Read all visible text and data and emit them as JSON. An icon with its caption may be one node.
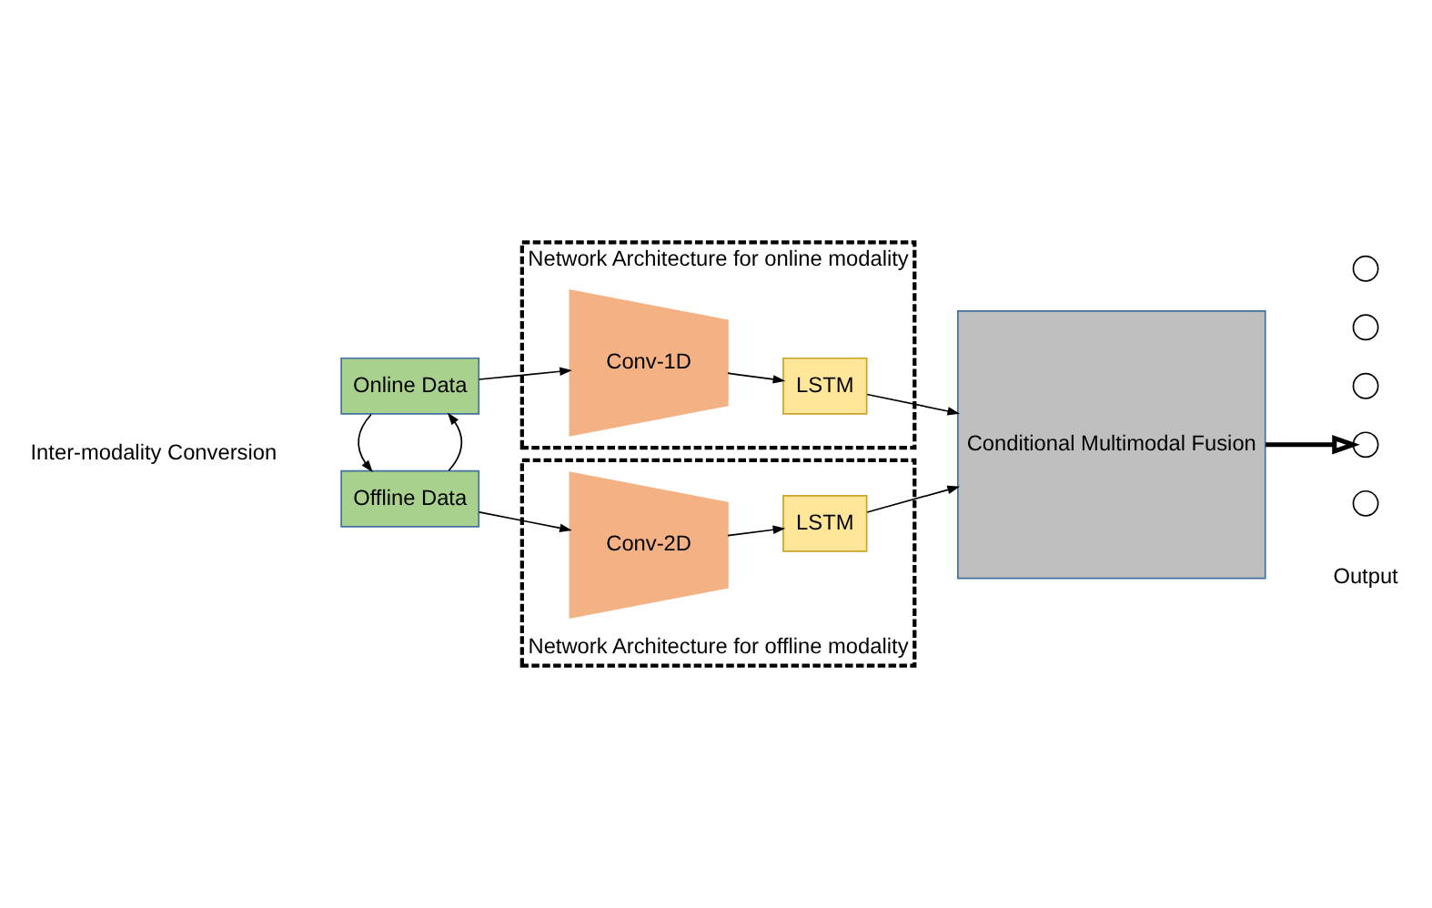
{
  "diagram": {
    "nodes": [
      {
        "text": [
          "Online Data"
        ]
      },
      {
        "text": [
          "Offline Data"
        ]
      },
      {
        "text": [
          "Network Architecture for online modality"
        ]
      },
      {
        "text": [
          "Conv-1D"
        ],
        "in": 2
      },
      {
        "text": [
          "LSTM"
        ],
        "in": 2
      },
      {
        "text": [
          "Network Architecture for offline modality"
        ]
      },
      {
        "text": [
          "Conv-2D"
        ],
        "in": 5
      },
      {
        "text": [
          "LSTM"
        ],
        "in": 5
      },
      {
        "text": [
          "Conditional Multimodal Fusion"
        ]
      },
      {
        "text": [],
        "shape": "circle"
      },
      {
        "text": [],
        "shape": "circle"
      },
      {
        "text": [],
        "shape": "circle"
      },
      {
        "text": [],
        "shape": "circle"
      },
      {
        "text": [],
        "shape": "circle"
      }
    ],
    "edges": [
      {
        "from": 0,
        "to": 3,
        "arrow": "to"
      },
      {
        "from": 3,
        "to": 4,
        "arrow": "to"
      },
      {
        "from": 4,
        "to": 8,
        "arrow": "to"
      },
      {
        "from": 1,
        "to": 6,
        "arrow": "to"
      },
      {
        "from": 6,
        "to": 7,
        "arrow": "to"
      },
      {
        "from": 7,
        "to": 8,
        "arrow": "to"
      },
      {
        "from": 1,
        "to": 0,
        "arrow": "to"
      },
      {
        "from": 0,
        "to": 1,
        "arrow": "to"
      },
      {
        "from": 8,
        "to": 12,
        "arrow": "to",
        "style": "thick"
      }
    ],
    "labels": [
      "Inter-modality Conversion",
      "Output"
    ]
  }
}
